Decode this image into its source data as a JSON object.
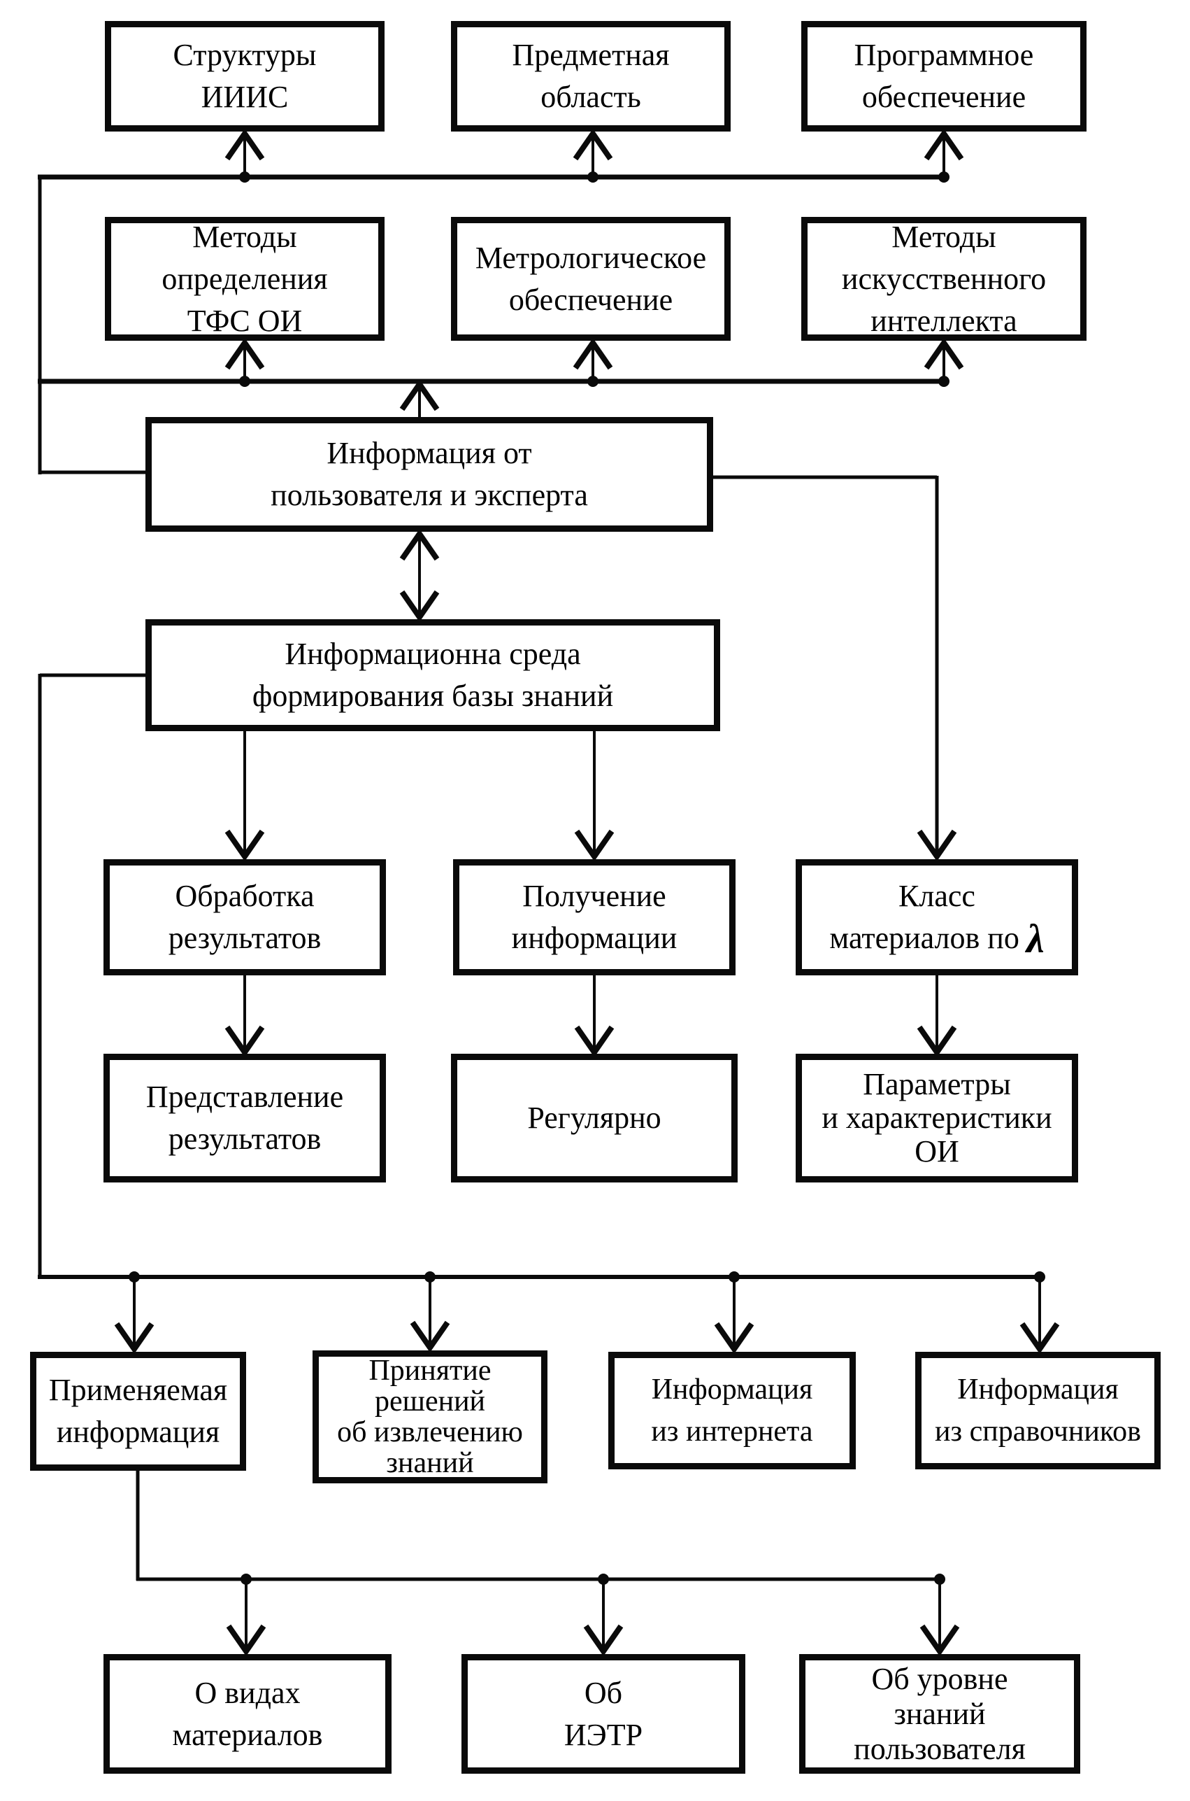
{
  "diagram": {
    "type": "flowchart",
    "language": "ru",
    "colors": {
      "ink": "#0a0a0a",
      "background": "#ffffff"
    },
    "boxes": {
      "structures": {
        "lines": [
          "Структуры",
          "ИИИС"
        ]
      },
      "subject_area": {
        "lines": [
          "Предметная",
          "область"
        ]
      },
      "software": {
        "lines": [
          "Программное",
          "обеспечение"
        ]
      },
      "methods_tfs": {
        "lines": [
          "Методы",
          "определения",
          "ТФС ОИ"
        ]
      },
      "metrology": {
        "lines": [
          "Метрологическое",
          "обеспечение"
        ]
      },
      "ai_methods": {
        "lines": [
          "Методы",
          "искусственного",
          "интеллекта"
        ]
      },
      "info_user_expert": {
        "lines": [
          "Информация от",
          "пользователя и эксперта"
        ]
      },
      "info_env": {
        "lines": [
          "Информационна среда",
          "формирования базы знаний"
        ]
      },
      "processing": {
        "lines": [
          "Обработка",
          "результатов"
        ]
      },
      "obtaining": {
        "lines": [
          "Получение",
          "информации"
        ]
      },
      "material_class": {
        "lines": [
          "Класс",
          "материалов по"
        ],
        "lambda": "λ"
      },
      "presentation": {
        "lines": [
          "Представление",
          "результатов"
        ]
      },
      "regularly": {
        "lines": [
          "Регулярно"
        ]
      },
      "parameters": {
        "lines": [
          "Параметры",
          "и характеристики",
          "ОИ"
        ]
      },
      "applied_info": {
        "lines": [
          "Применяемая",
          "информация"
        ]
      },
      "decision": {
        "lines": [
          "Принятие",
          "решений",
          "об извлечению",
          "знаний"
        ]
      },
      "internet_info": {
        "lines": [
          "Информация",
          "из интернета"
        ]
      },
      "reference_info": {
        "lines": [
          "Информация",
          "из справочников"
        ]
      },
      "material_types": {
        "lines": [
          "О видах",
          "материалов"
        ]
      },
      "ietr": {
        "lines": [
          "Об",
          "ИЭТР"
        ]
      },
      "user_knowledge": {
        "lines": [
          "Об уровне",
          "знаний",
          "пользователя"
        ]
      }
    }
  }
}
